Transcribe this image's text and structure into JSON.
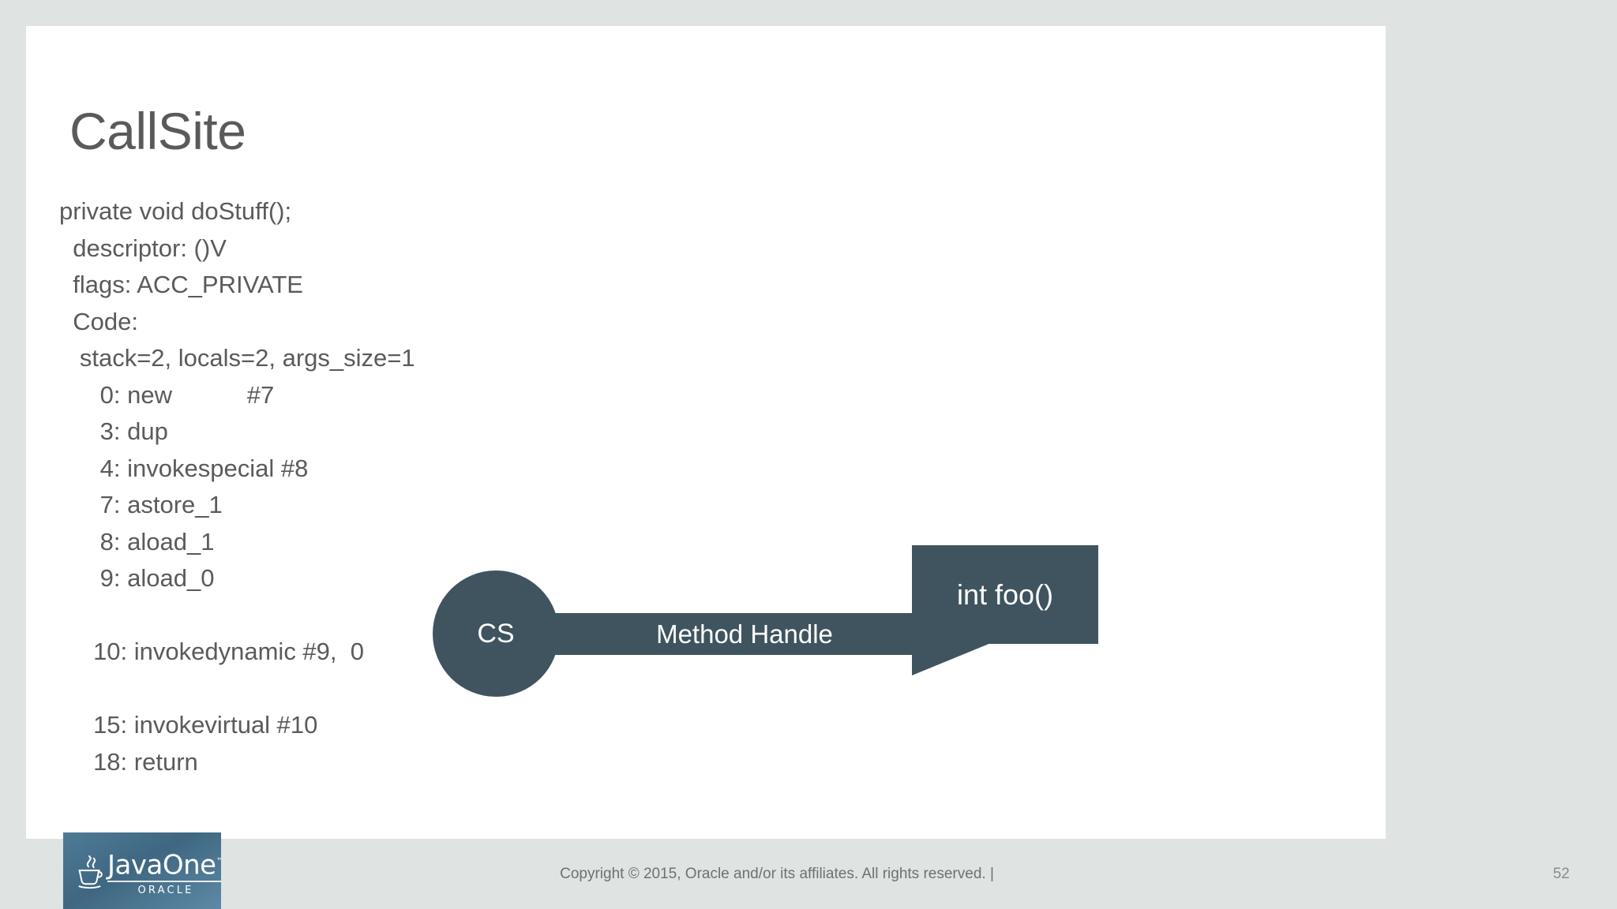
{
  "slide": {
    "title": "CallSite",
    "page_number": "52"
  },
  "code": {
    "lines": [
      "private void doStuff();",
      "  descriptor: ()V",
      "  flags: ACC_PRIVATE",
      "  Code:",
      "   stack=2, locals=2, args_size=1",
      "      0: new           #7",
      "      3: dup",
      "      4: invokespecial #8",
      "      7: astore_1",
      "      8: aload_1",
      "      9: aload_0",
      "",
      "     10: invokedynamic #9,  0",
      "",
      "     15: invokevirtual #10",
      "     18: return"
    ]
  },
  "diagram": {
    "callsite_label": "CS",
    "arrow_label": "Method Handle",
    "target_label": "int foo()",
    "accent_color": "#3f545e"
  },
  "footer": {
    "logo_word": "JavaOne",
    "logo_tm": "™",
    "logo_oracle": "ORACLE",
    "copyright": "Copyright © 2015, Oracle and/or its affiliates. All rights reserved.  |",
    "page_number": "52"
  }
}
